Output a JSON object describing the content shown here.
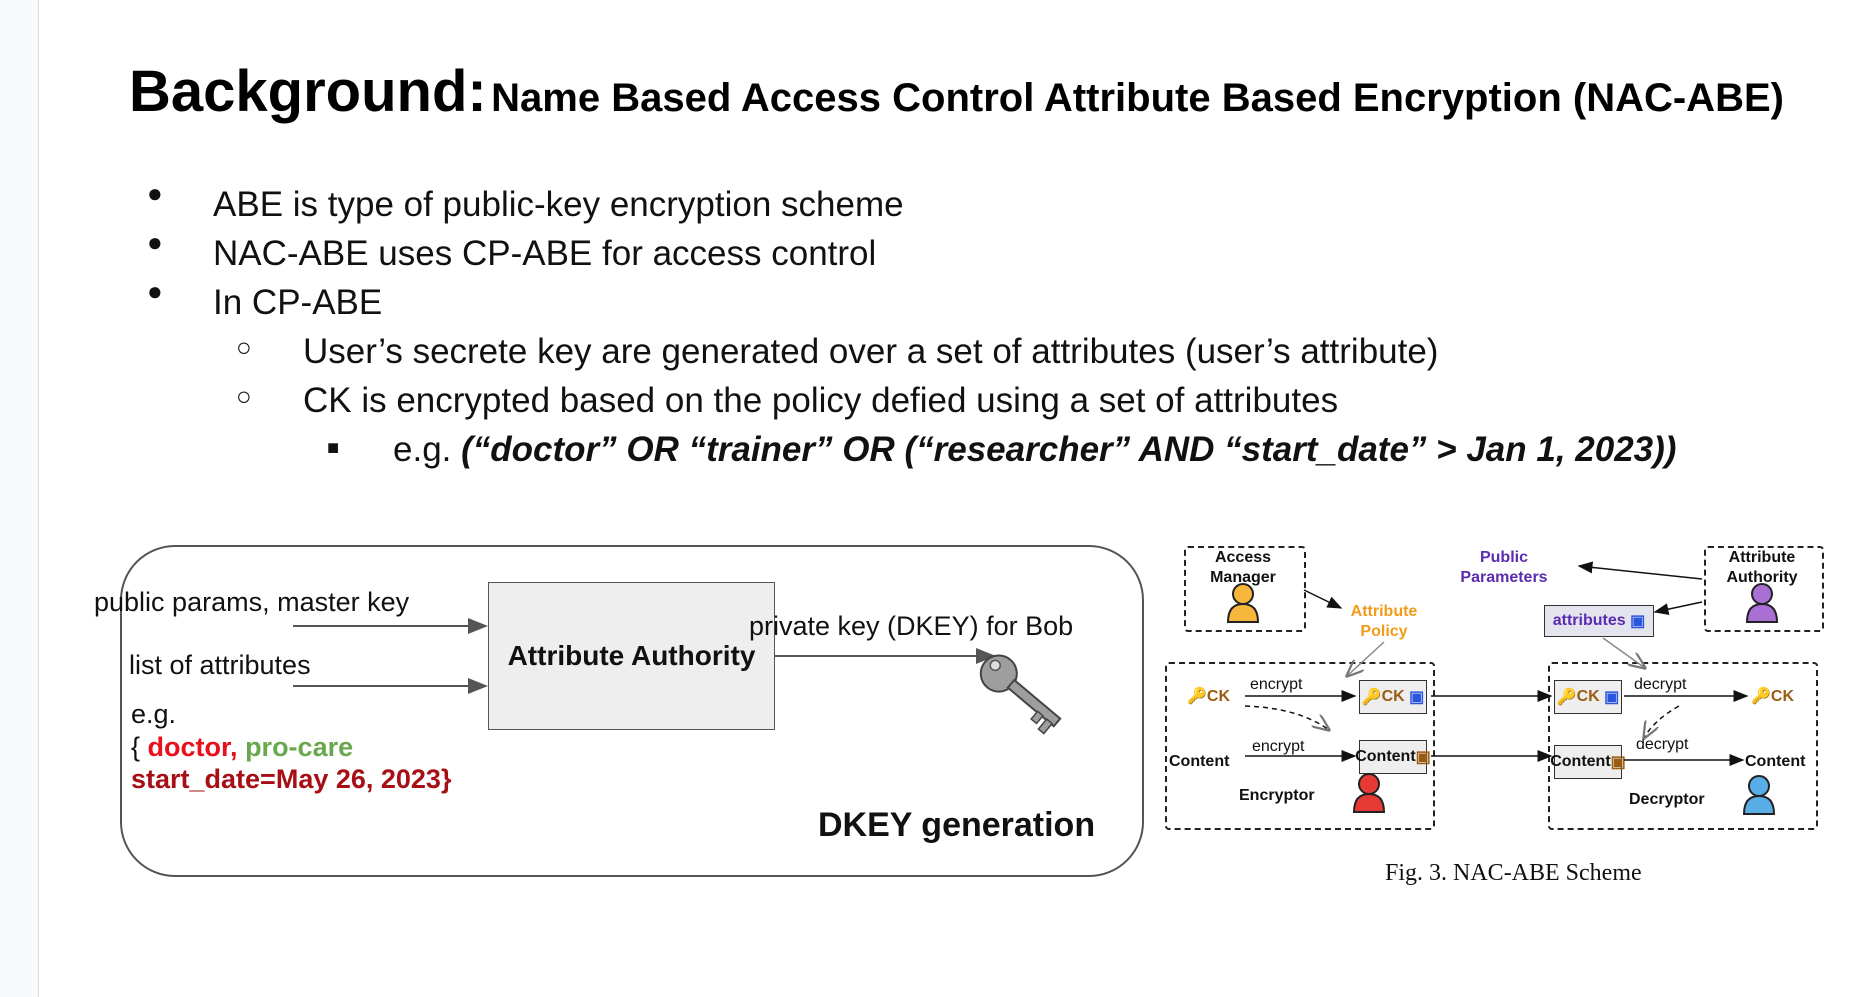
{
  "title": {
    "main": "Background:",
    "sub": "Name Based Access Control Attribute Based Encryption (NAC-ABE)"
  },
  "bullets": [
    {
      "marker": "●",
      "text": "ABE is type of public-key encryption scheme"
    },
    {
      "marker": "●",
      "text": "NAC-ABE uses CP-ABE for access control"
    },
    {
      "marker": "●",
      "text": "In CP-ABE"
    },
    {
      "marker": "○",
      "text": "User’s secrete key are generated over a set of attributes (user’s attribute)"
    },
    {
      "marker": "○",
      "text": "CK is encrypted based on the policy defied using a set of attributes"
    },
    {
      "marker": "■",
      "prefix": "e.g. ",
      "text": "(“doctor” OR “trainer” OR (“researcher” AND “start_date” > Jan 1, 2023))"
    }
  ],
  "dkey": {
    "input1": "public params, master key",
    "input2": "list of attributes",
    "box": "Attribute Authority",
    "output": "private key (DKEY) for Bob",
    "eg": "e.g.",
    "brace_open": "{ ",
    "attr1": "doctor",
    "comma": ", ",
    "attr2": "pro-care",
    "attr3": "start_date=May 26, 2023}",
    "title": "DKEY generation"
  },
  "figure": {
    "access_manager": "Access\nManager",
    "public_parameters": "Public\nParameters",
    "attribute_authority": "Attribute\nAuthority",
    "attribute_policy": "Attribute\nPolicy",
    "attributes": "attributes",
    "ck": "CK",
    "encrypt": "encrypt",
    "decrypt": "decrypt",
    "content": "Content",
    "encryptor": "Encryptor",
    "decryptor": "Decryptor",
    "caption": "Fig. 3.   NAC-ABE Scheme"
  },
  "colors": {
    "red_attr": "#e8101a",
    "green_attr": "#6aa84f",
    "dark_red_attr": "#a50f15",
    "policy_orange": "#f29a1a",
    "public_params_purple": "#5b2bb0",
    "key_brown": "#9a5b12",
    "lock_blue": "#2a55e0"
  }
}
